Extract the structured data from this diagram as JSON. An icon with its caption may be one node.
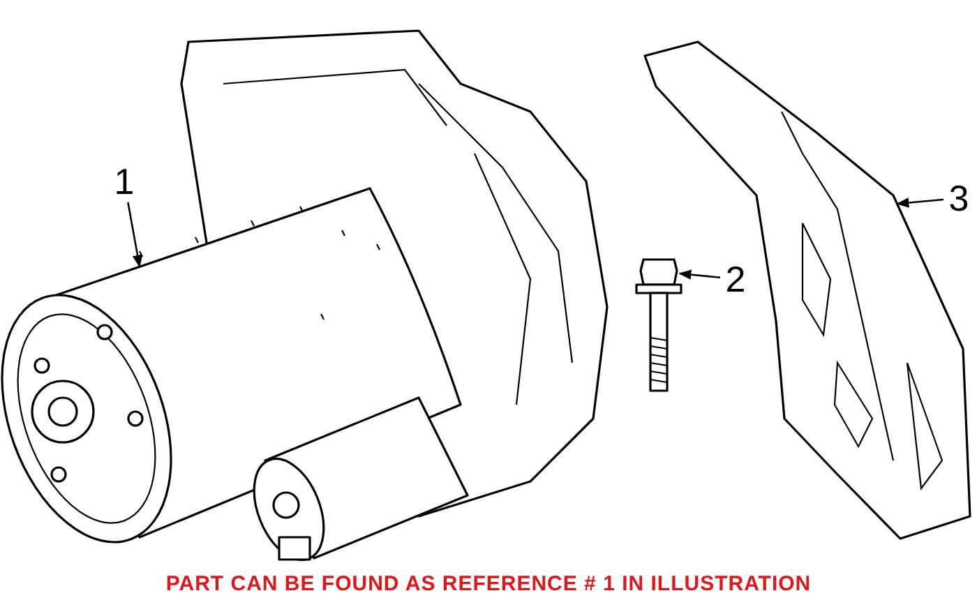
{
  "diagram": {
    "caption": "PART CAN BE FOUND AS REFERENCE # 1 IN ILLUSTRATION",
    "nodes": [
      {
        "text": [
          "1"
        ]
      },
      {
        "text": [],
        "shape": "picture"
      },
      {
        "text": [
          "2"
        ]
      },
      {
        "text": [],
        "shape": "picture"
      },
      {
        "text": [
          "3"
        ]
      },
      {
        "text": [],
        "shape": "picture"
      }
    ],
    "edges": [
      {
        "from": 0,
        "to": 1,
        "arrow": "to"
      },
      {
        "from": 2,
        "to": 3,
        "arrow": "to"
      },
      {
        "from": 4,
        "to": 5,
        "arrow": "to"
      }
    ]
  }
}
